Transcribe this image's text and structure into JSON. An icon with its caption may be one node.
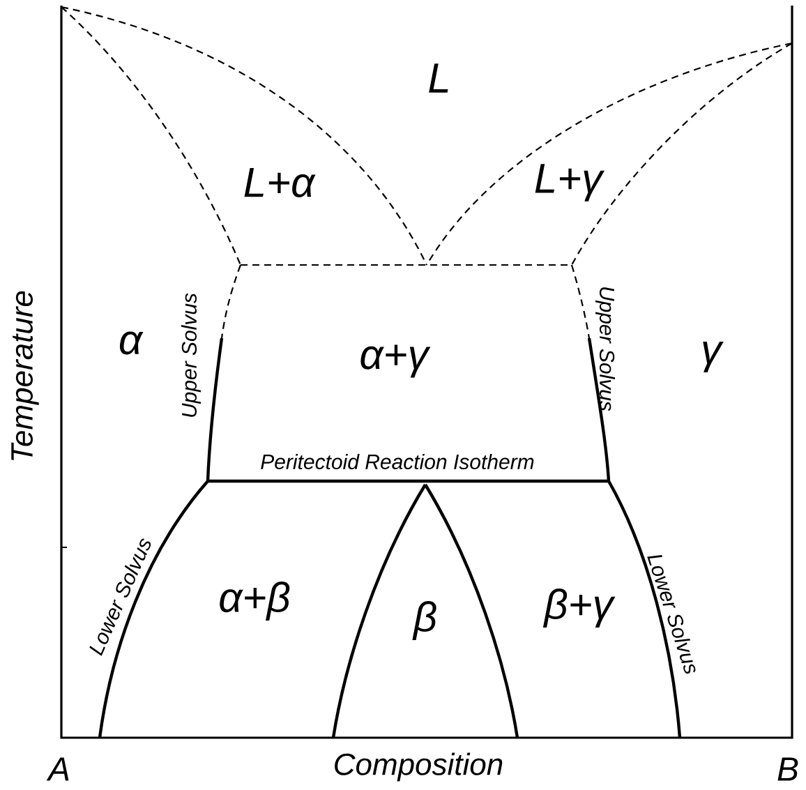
{
  "diagram": {
    "labels": [
      "L",
      "L+α",
      "L+γ",
      "α",
      "Upper Solvus",
      "α+γ",
      "Upper Solvus",
      "γ",
      "Peritectoid Reaction Isotherm",
      "Lower Solvus",
      "α+β",
      "β",
      "β+γ",
      "Lower Solvus",
      "Temperature",
      "A",
      "Composition",
      "B"
    ]
  }
}
